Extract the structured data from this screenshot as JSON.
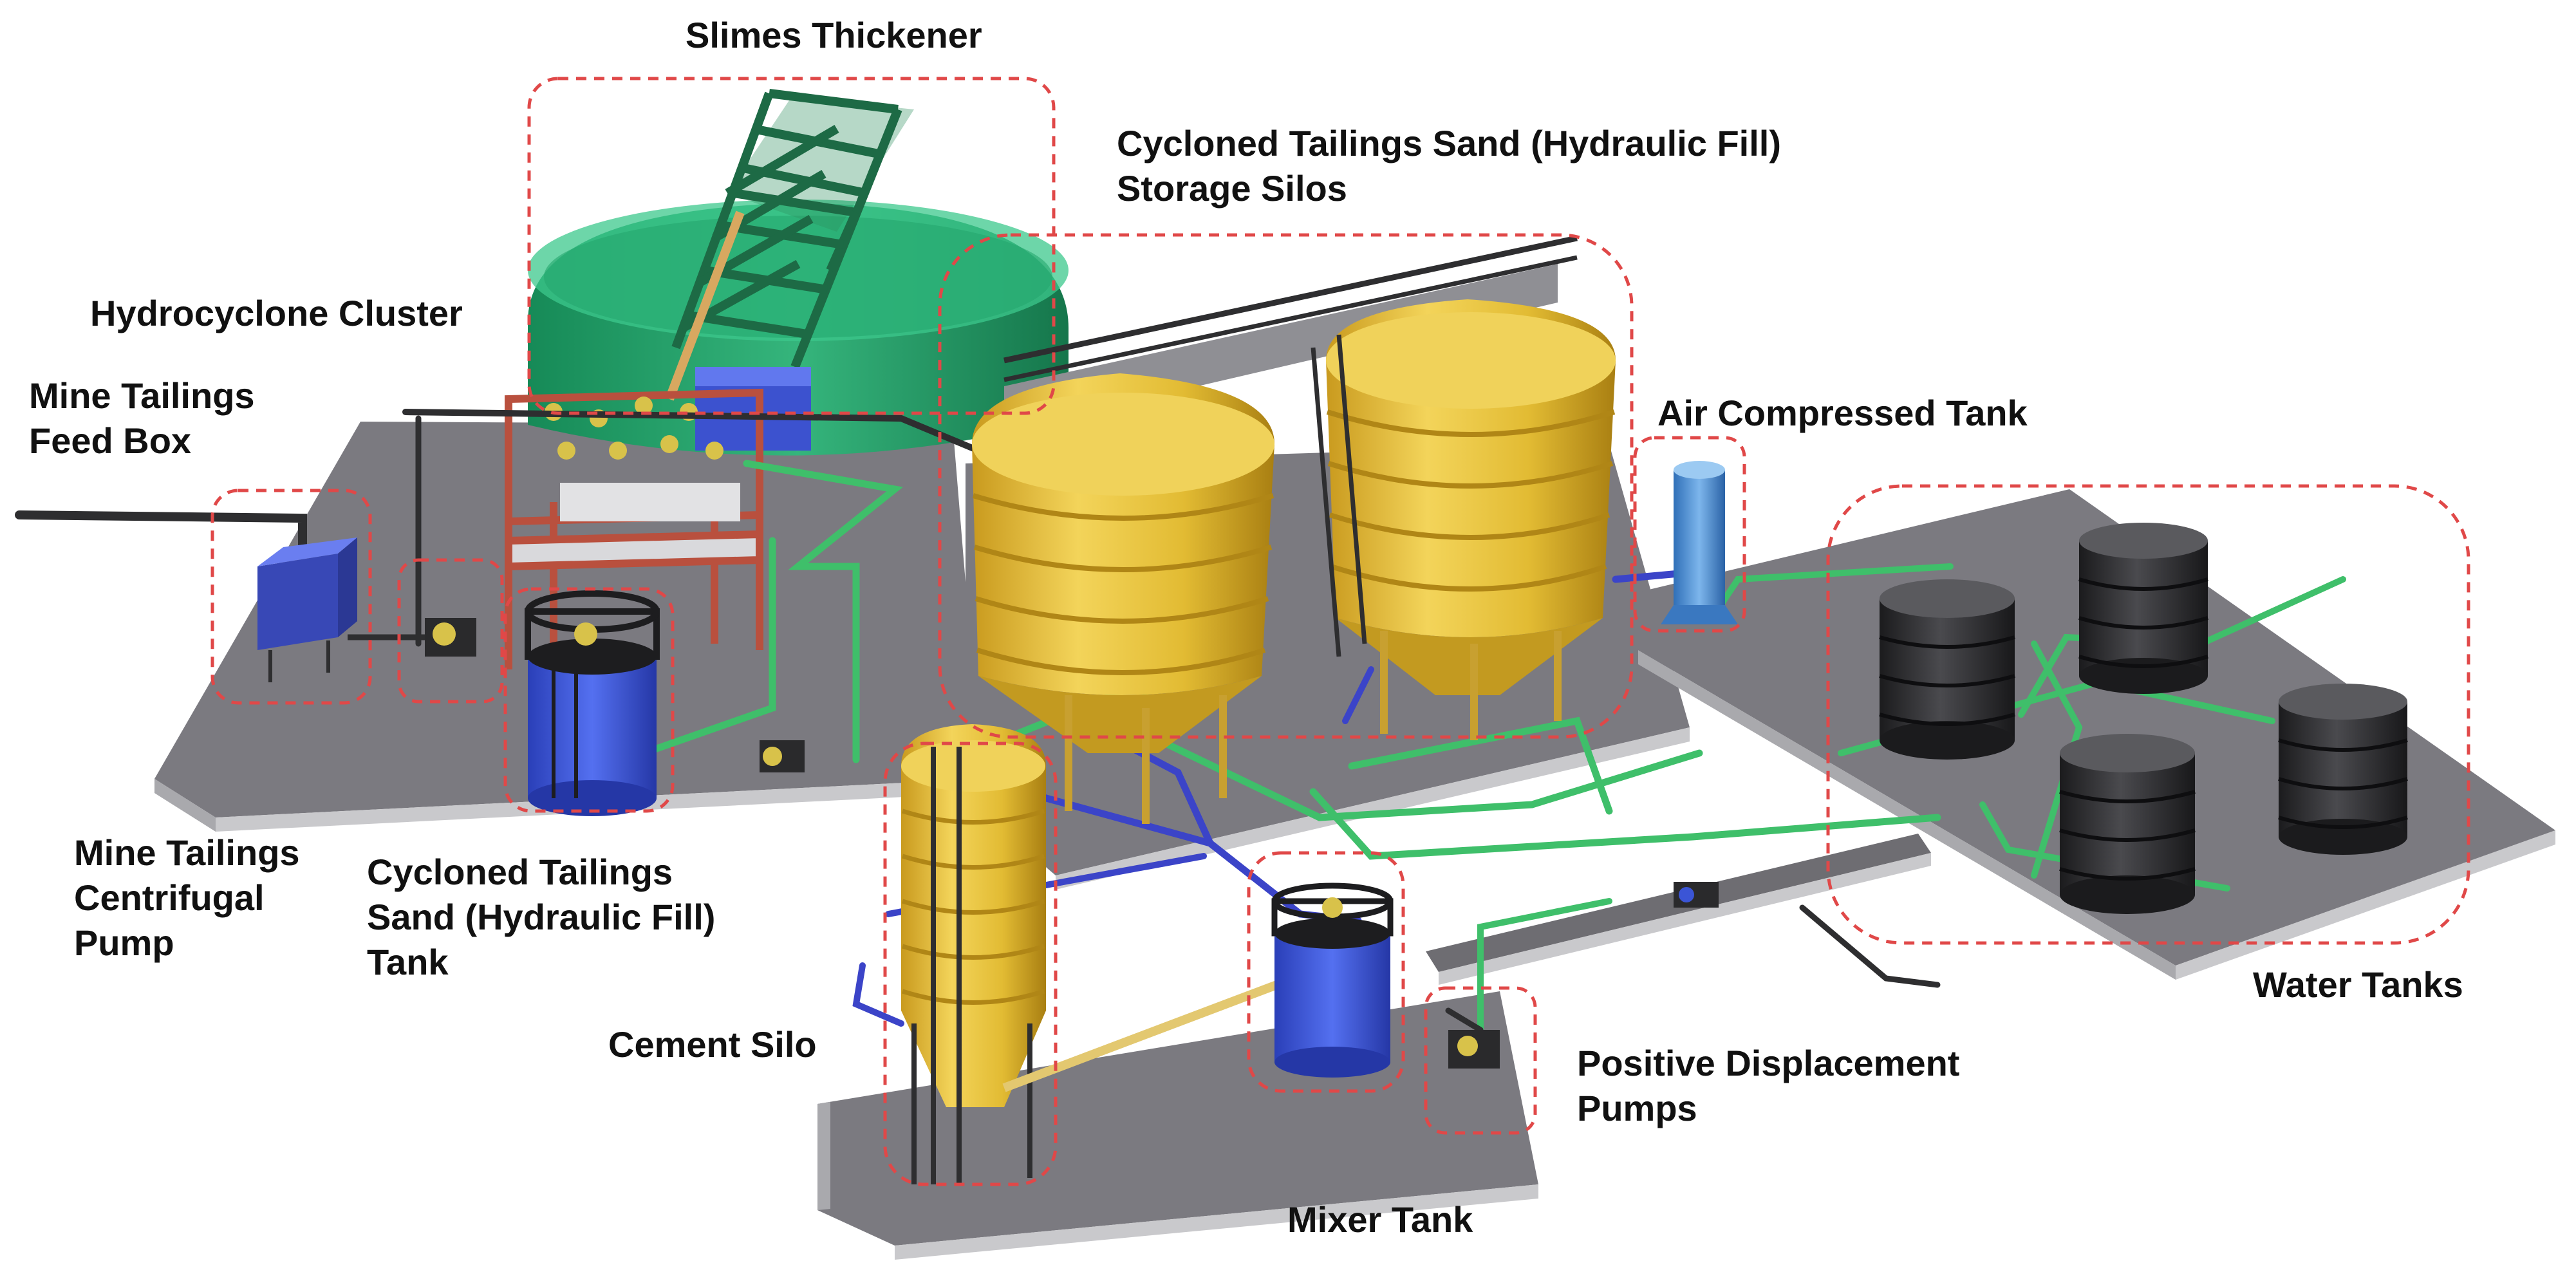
{
  "labels": {
    "slimes_thickener": "Slimes  Thickener",
    "storage_silos_line1": "Cycloned Tailings Sand (Hydraulic Fill)",
    "storage_silos_line2": "Storage Silos",
    "hydrocyclone_cluster": "Hydrocyclone Cluster",
    "feed_box_line1": "Mine Tailings",
    "feed_box_line2": "Feed Box",
    "air_tank": "Air Compressed Tank",
    "centrifugal_pump_line1": "Mine Tailings",
    "centrifugal_pump_line2": "Centrifugal",
    "centrifugal_pump_line3": "Pump",
    "sand_tank_line1": "Cycloned Tailings",
    "sand_tank_line2": "Sand (Hydraulic Fill)",
    "sand_tank_line3": "Tank",
    "cement_silo": "Cement Silo",
    "pd_pumps_line1": "Positive Displacement",
    "pd_pumps_line2": "Pumps",
    "water_tanks": "Water Tanks",
    "mixer_tank": "Mixer Tank"
  },
  "colors": {
    "background": "#ffffff",
    "platform": "#7c7b80",
    "platform_edge": "#d4d4d6",
    "thickener": "#22a06b",
    "truss": "#1f6b47",
    "silo": "#e6c13a",
    "silo_shadow": "#b8901c",
    "blue_tank": "#3b55d6",
    "water_tank": "#2d2d2f",
    "air_tank": "#4e90d6",
    "pipe_green": "#3fbf6a",
    "pipe_blue": "#3b44c8",
    "highlight_box": "#e04848",
    "label_text": "#111111"
  }
}
